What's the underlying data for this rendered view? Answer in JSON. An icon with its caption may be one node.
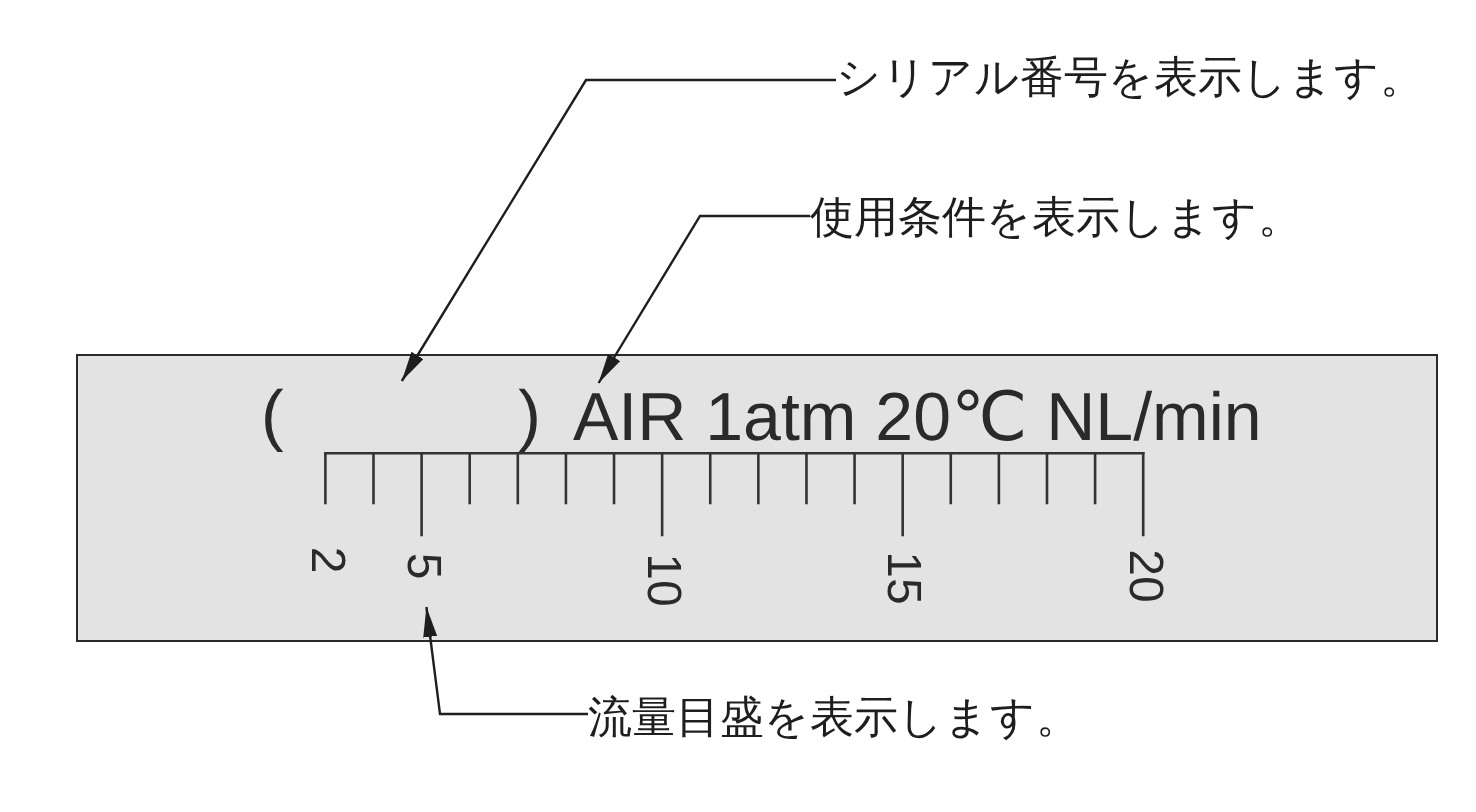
{
  "diagram": {
    "nodes": [
      {
        "text": [
          "シリアル番号を表示します。"
        ]
      },
      {
        "text": [
          "使用条件を表示します。"
        ]
      },
      {
        "text": [],
        "shape": "box"
      },
      {
        "text": [
          "(",
          ")"
        ],
        "in": 2
      },
      {
        "text": [
          "AIR 1atm 20℃ NL/min"
        ],
        "in": 2
      },
      {
        "text": [
          "2",
          "5",
          "10",
          "15",
          "20"
        ],
        "in": 2
      },
      {
        "text": [
          "流量目盛を表示します。"
        ]
      }
    ],
    "edges": [
      {
        "from": 0,
        "to": 3,
        "arrow": "to"
      },
      {
        "from": 1,
        "to": 4,
        "arrow": "to"
      },
      {
        "from": 6,
        "to": 5,
        "arrow": "to"
      }
    ]
  }
}
